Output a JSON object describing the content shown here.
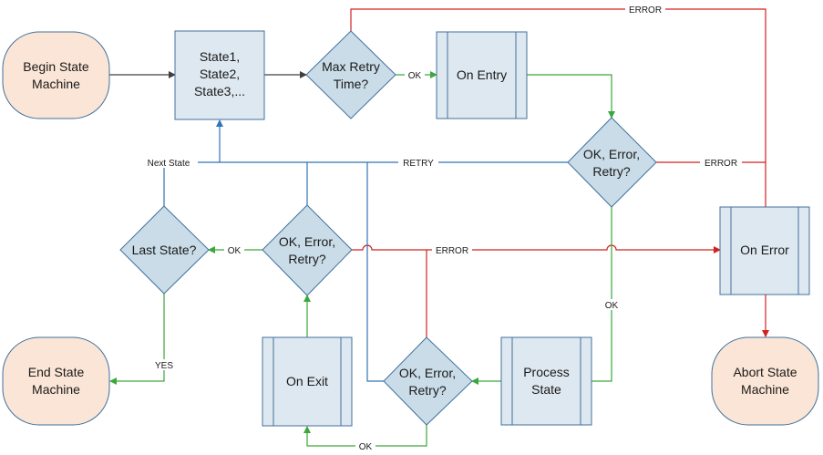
{
  "colors": {
    "terminal_fill": "#fbe5d6",
    "process_fill": "#dee8f0",
    "decision_fill": "#c9dce8",
    "stroke": "#41719c",
    "black_line": "#404040",
    "green_line": "#3aa83a",
    "red_line": "#d42020",
    "blue_line": "#2e75b6"
  },
  "nodes": {
    "begin": [
      "Begin State",
      "Machine"
    ],
    "states": [
      "State1,",
      "State2,",
      "State3,..."
    ],
    "max_retry": [
      "Max  Retry",
      "Time?"
    ],
    "on_entry": [
      "On Entry"
    ],
    "decision_top": [
      "OK, Error,",
      "Retry?"
    ],
    "last_state": [
      "Last State?"
    ],
    "decision_mid": [
      "OK, Error,",
      "Retry?"
    ],
    "on_error": [
      "On Error"
    ],
    "end": [
      "End State",
      "Machine"
    ],
    "on_exit": [
      "On Exit"
    ],
    "decision_bottom": [
      "OK, Error,",
      "Retry?"
    ],
    "process": [
      "Process",
      "State"
    ],
    "abort": [
      "Abort State",
      "Machine"
    ]
  },
  "edge_labels": {
    "error_top": "ERROR",
    "ok_entry": "OK",
    "error_right": "ERROR",
    "retry": "RETRY",
    "next_state": "Next State",
    "ok_last": "OK",
    "error_mid": "ERROR",
    "ok_process": "OK",
    "yes": "YES",
    "ok_exit": "OK"
  }
}
